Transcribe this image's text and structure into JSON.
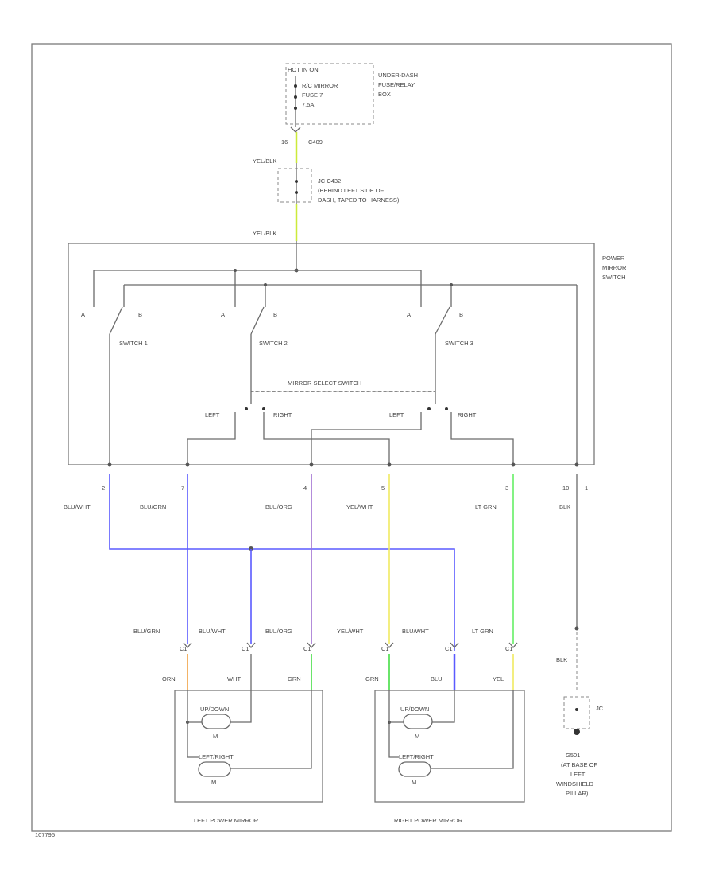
{
  "fuse_box": {
    "hot_label": "HOT IN ON",
    "fuse_lines": [
      "R/C MIRROR",
      "FUSE 7",
      "7.5A"
    ],
    "location": [
      "UNDER-DASH",
      "FUSE/RELAY",
      "BOX"
    ]
  },
  "connector_top": {
    "pin": "16",
    "name": "C409"
  },
  "wire_yel_blk_top": "YEL/BLK",
  "connector_mid": {
    "name": "JC C432",
    "desc": [
      "(BEHIND LEFT SIDE OF",
      "DASH, TAPED TO HARNESS)"
    ]
  },
  "wire_yel_blk_bottom": "YEL/BLK",
  "power_mirror_switch": [
    "POWER",
    "MIRROR",
    "SWITCH"
  ],
  "switches": [
    {
      "label": "SWITCH 1",
      "a": "A",
      "b": "B"
    },
    {
      "label": "SWITCH 2",
      "a": "A",
      "b": "B"
    },
    {
      "label": "SWITCH 3",
      "a": "A",
      "b": "B"
    }
  ],
  "mirror_select": {
    "title": "MIRROR SELECT SWITCH",
    "left1": "LEFT",
    "right1": "RIGHT",
    "left2": "LEFT",
    "right2": "RIGHT"
  },
  "output_pins": [
    {
      "pin": "2",
      "wire": "BLU/WHT"
    },
    {
      "pin": "7",
      "wire": "BLU/GRN"
    },
    {
      "pin": "4",
      "wire": "BLU/ORG"
    },
    {
      "pin": "5",
      "wire": "YEL/WHT"
    },
    {
      "pin": "3",
      "wire": "LT GRN"
    },
    {
      "pin": "10",
      "pin2": "1",
      "wire": "BLK"
    }
  ],
  "mirror_connectors": [
    {
      "wire": "BLU/GRN",
      "pin": "C1",
      "lead": "ORN"
    },
    {
      "wire": "BLU/WHT",
      "pin": "C1",
      "lead": "WHT"
    },
    {
      "wire": "BLU/ORG",
      "pin": "C1",
      "lead": "GRN"
    },
    {
      "wire": "YEL/WHT",
      "pin": "C1",
      "lead": "GRN"
    },
    {
      "wire": "BLU/WHT",
      "pin": "C1",
      "lead": "BLU"
    },
    {
      "wire": "LT GRN",
      "pin": "C1",
      "lead": "YEL"
    }
  ],
  "left_mirror": {
    "updown": "UP/DOWN",
    "leftright": "LEFT/RIGHT",
    "motor": "M",
    "label": "LEFT POWER MIRROR"
  },
  "right_mirror": {
    "updown": "UP/DOWN",
    "leftright": "LEFT/RIGHT",
    "motor": "M",
    "label": "RIGHT POWER MIRROR"
  },
  "ground": {
    "wire": "BLK",
    "jc": "JC",
    "label": [
      "G501",
      "(AT BASE OF",
      "LEFT",
      "WINDSHIELD",
      "PILLAR)"
    ]
  },
  "corner_code": "107795",
  "colors": {
    "yellow_green": "#ccea3a",
    "blue": "#5a5aff",
    "purple": "#a070d0",
    "yellow": "#f0ea60",
    "light_green": "#66ee66",
    "orange": "#f0a040",
    "green": "#44dd44"
  }
}
